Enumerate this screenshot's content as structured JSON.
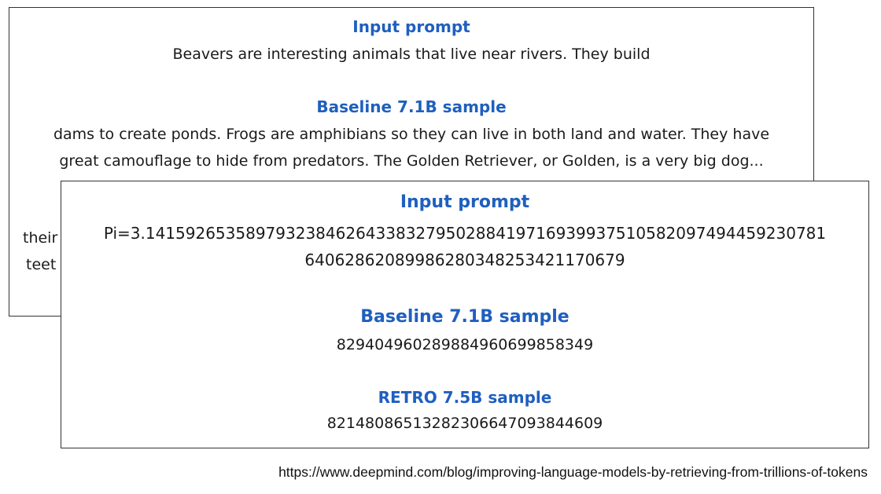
{
  "back_panel": {
    "input_heading": "Input prompt",
    "input_text": "Beavers are interesting animals that live near rivers. They build",
    "baseline_heading": "Baseline 7.1B sample",
    "baseline_line_1": "dams to create ponds. Frogs are amphibians so they can live in both land and water. They have",
    "baseline_line_2": "great camouflage to hide from predators. The Golden Retriever, or Golden, is a very big dog...",
    "hidden_line_1": "their",
    "hidden_line_2": "teet"
  },
  "front_panel": {
    "input_heading": "Input prompt",
    "input_line_1": "Pi=3.1415926535897932384626433832795028841971693993751058209749445923078​1",
    "input_line_2": "640628620899862803482534211706​79",
    "baseline_heading": "Baseline 7.1B sample",
    "baseline_text": "829404960289884960699858349",
    "retro_heading": "RETRO 7.5B sample",
    "retro_text": "821480865132823066470938446​09"
  },
  "source_url": "https://www.deepmind.com/blog/improving-language-models-by-retrieving-from-trillions-of-tokens"
}
